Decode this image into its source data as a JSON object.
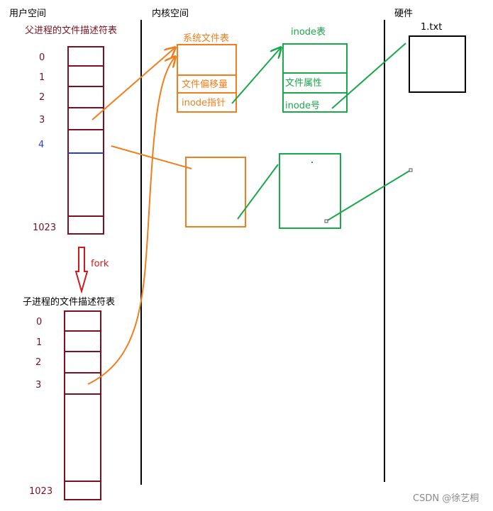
{
  "sections": {
    "user_space": "用户空间",
    "kernel_space": "内核空间",
    "hardware": "硬件"
  },
  "parent_table": {
    "title": "父进程的文件描述符表",
    "indices": [
      "0",
      "1",
      "2",
      "3",
      "4",
      "1023"
    ]
  },
  "child_table": {
    "title": "子进程的文件描述符表",
    "indices": [
      "0",
      "1",
      "2",
      "3",
      "1023"
    ]
  },
  "fork_label": "fork",
  "system_file_table": {
    "title": "系统文件表",
    "offset_label": "文件偏移量",
    "inode_ptr_label": "inode指针"
  },
  "inode_table": {
    "title": "inode表",
    "attr_label": "文件属性",
    "num_label": "inode号"
  },
  "file_label": "1.txt",
  "watermark": "CSDN @徐艺桐",
  "colors": {
    "darkred": "#7a1020",
    "orange": "#f07e1c",
    "green": "#1aa84a",
    "blue": "#2a3fd1",
    "fork_red": "#d01a1a",
    "black": "#000000"
  }
}
